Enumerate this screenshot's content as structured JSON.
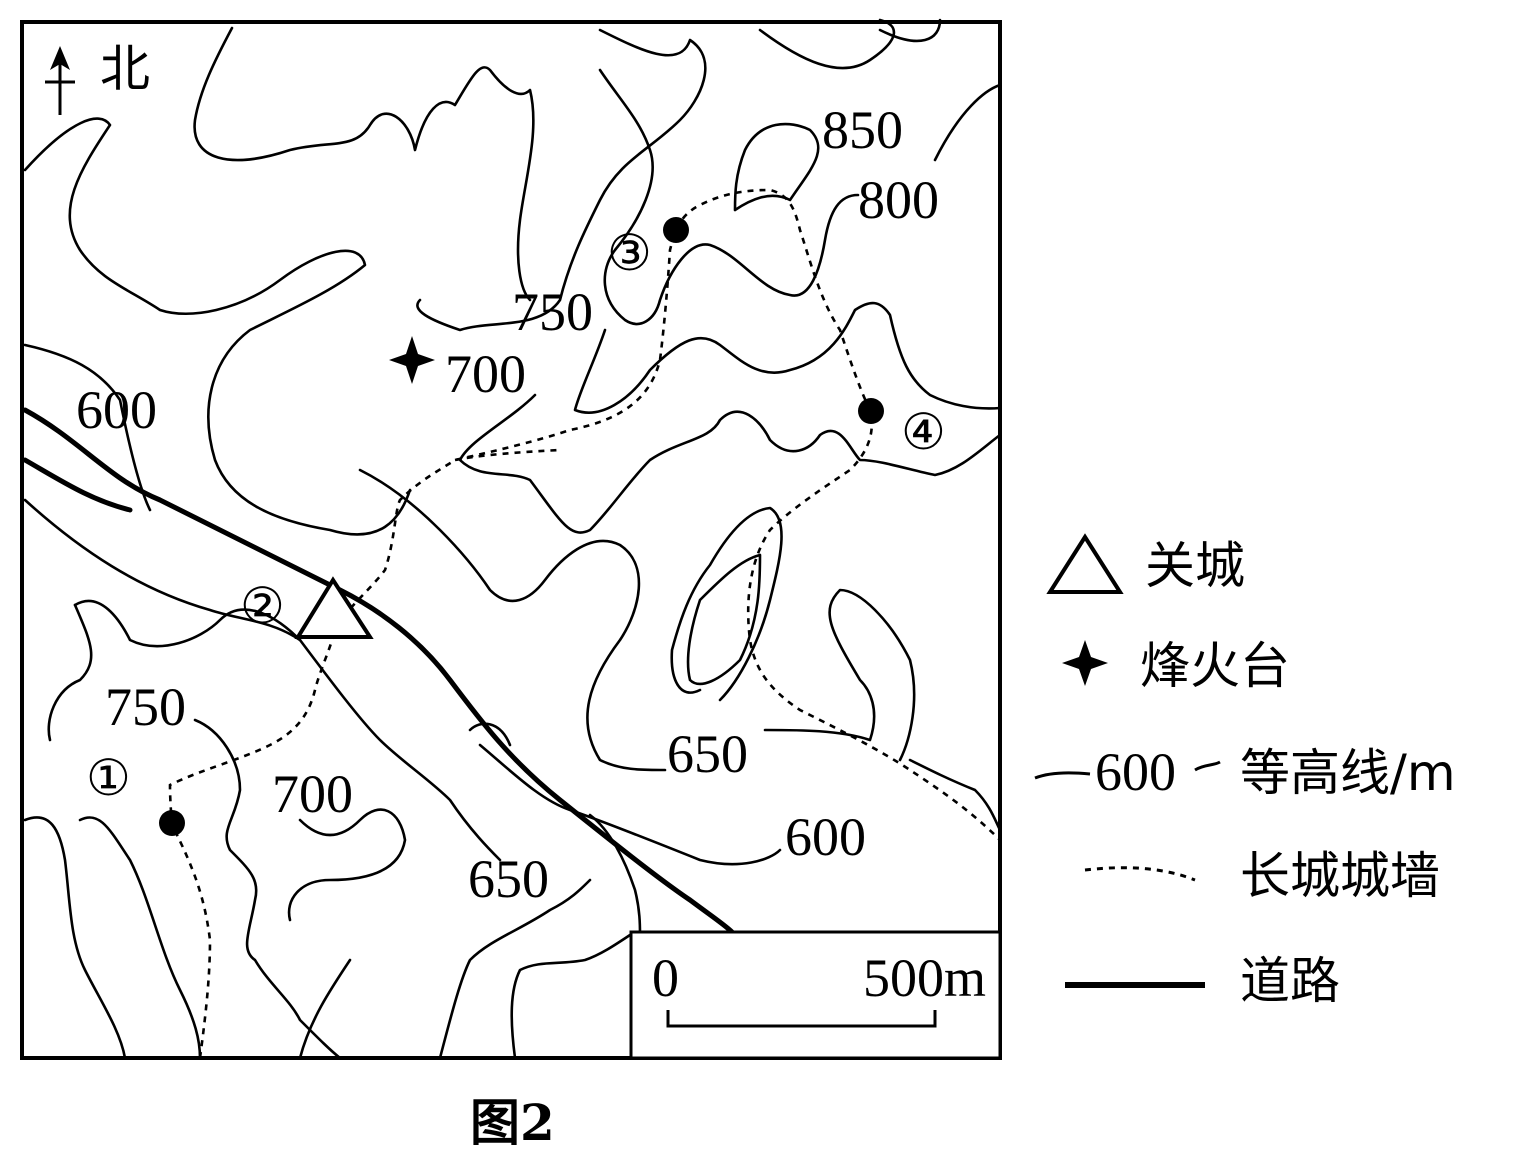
{
  "map": {
    "north_label": "北",
    "contour_labels": [
      "850",
      "800",
      "750",
      "700",
      "600",
      "750",
      "700",
      "650",
      "650",
      "600"
    ],
    "point_labels": [
      "①",
      "②",
      "③",
      "④"
    ],
    "scale": {
      "start": "0",
      "end": "500m"
    }
  },
  "legend": {
    "items": [
      {
        "symbol": "triangle",
        "label": "关城"
      },
      {
        "symbol": "star",
        "label": "烽火台"
      },
      {
        "symbol": "contour",
        "sample": "600",
        "label": "等高线/m"
      },
      {
        "symbol": "dashed",
        "label": "长城城墙"
      },
      {
        "symbol": "solid",
        "label": "道路"
      }
    ]
  },
  "caption": "图2"
}
